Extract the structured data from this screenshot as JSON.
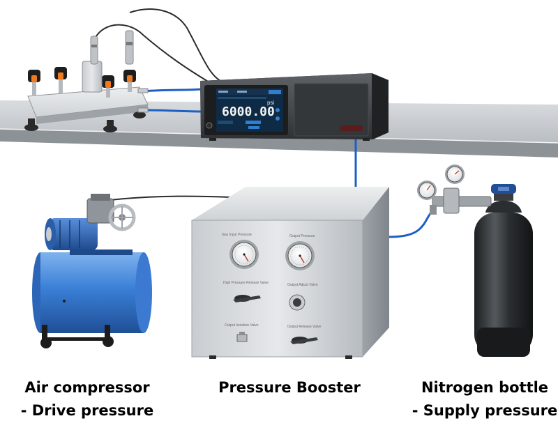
{
  "controller": {
    "display_value": "6000.00",
    "display_unit": "psi"
  },
  "booster_panel": {
    "gauge_left_label": "Gas Input Pressure",
    "gauge_right_label": "Output Pressure",
    "valve_top_left_label": "High Pressure Release Valve",
    "valve_top_right_label": "Output Adjust Valve",
    "valve_bottom_left_label": "Output Isolation Valve",
    "valve_bottom_right_label": "Output Release Valve"
  },
  "captions": {
    "air_compressor": {
      "line1": "Air compressor",
      "line2": "- Drive pressure"
    },
    "pressure_booster": {
      "line1": "Pressure Booster"
    },
    "nitrogen_bottle": {
      "line1": "Nitrogen bottle",
      "line2": "- Supply pressure"
    }
  },
  "colors": {
    "tubing_blue": "#1d5fc4",
    "compressor_blue": "#3a7fd6",
    "screen_background": "#0f2a44",
    "display_value_color": "#f2f4f6"
  }
}
